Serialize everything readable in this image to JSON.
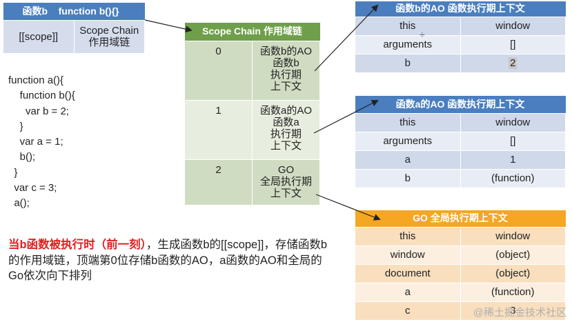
{
  "func_b_table": {
    "header": "函数b    function b(){}",
    "left": "[[scope]]",
    "right_line1": "Scope Chain",
    "right_line2": "作用域链"
  },
  "code": "function a(){\n    function b(){\n      var b = 2;\n    }\n    var a = 1;\n    b();\n  }\n  var c = 3;\n  a();",
  "scope_chain": {
    "title": "Scope Chain 作用域链",
    "rows": [
      {
        "index": "0",
        "l1": "函数b的AO",
        "l2": "函数b",
        "l3": "执行期",
        "l4": "上下文"
      },
      {
        "index": "1",
        "l1": "函数a的AO",
        "l2": "函数a",
        "l3": "执行期",
        "l4": "上下文"
      },
      {
        "index": "2",
        "l1": "GO",
        "l2": "全局执行期",
        "l3": "上下文",
        "l4": ""
      }
    ]
  },
  "ao_b": {
    "title": "函数b的AO 函数执行期上下文",
    "rows": [
      {
        "k": "this",
        "v": "window"
      },
      {
        "k": "arguments",
        "v": "[]"
      },
      {
        "k": "b",
        "v": "2"
      }
    ]
  },
  "ao_a": {
    "title": "函数a的AO 函数执行期上下文",
    "rows": [
      {
        "k": "this",
        "v": "window"
      },
      {
        "k": "arguments",
        "v": "[]"
      },
      {
        "k": "a",
        "v": "1"
      },
      {
        "k": "b",
        "v": "(function)"
      }
    ]
  },
  "go": {
    "title": "GO 全局执行期上下文",
    "rows": [
      {
        "k": "this",
        "v": "window"
      },
      {
        "k": "window",
        "v": "(object)"
      },
      {
        "k": "document",
        "v": "(object)"
      },
      {
        "k": "a",
        "v": "(function)"
      },
      {
        "k": "c",
        "v": "3"
      }
    ]
  },
  "note": {
    "red": "当b函数被执行时（前一刻）",
    "rest": "，生成函数b的[[scope]]，存储函数b的作用域链，顶端第0位存储b函数的AO，a函数的AO和全局的Go依次向下排列"
  },
  "watermark": "@稀土掘金技术社区"
}
